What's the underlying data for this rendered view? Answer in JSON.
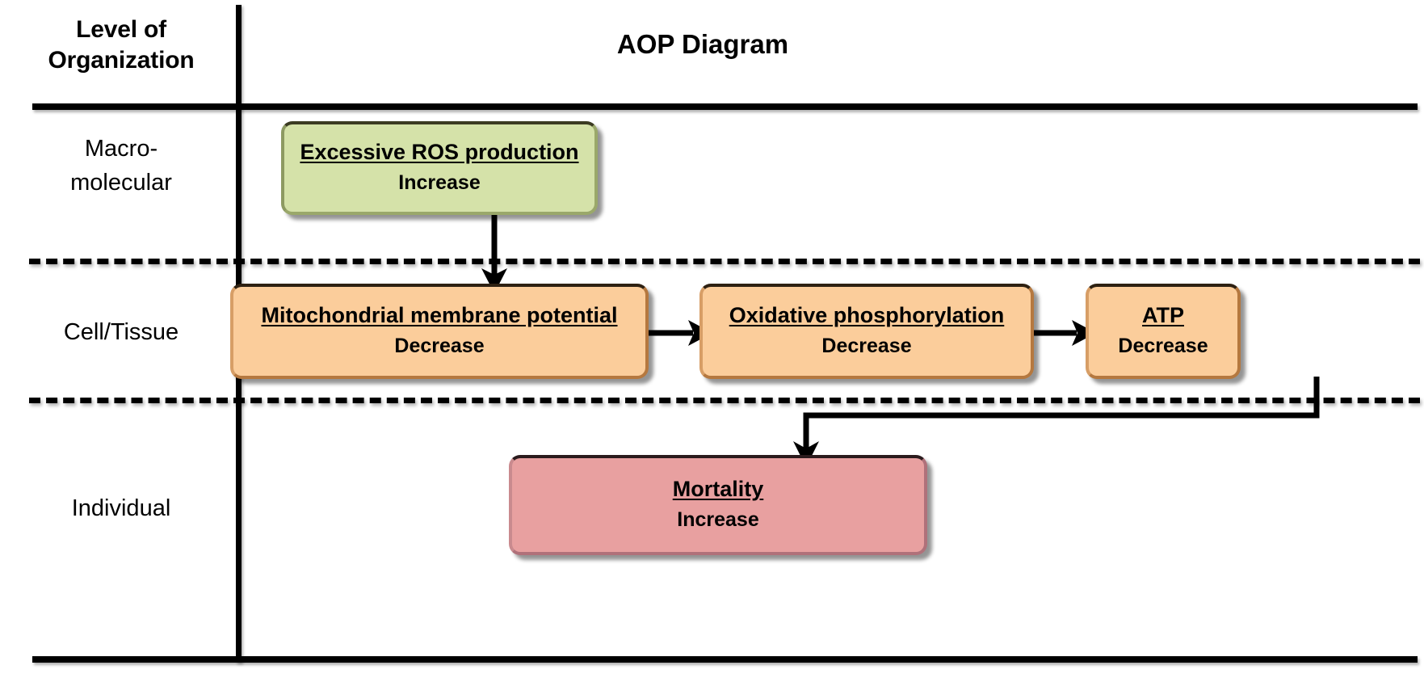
{
  "diagram": {
    "title": "AOP Diagram",
    "column_header": "Level of Organization",
    "column_header_line1": "Level of",
    "column_header_line2": "Organization",
    "levels": [
      {
        "id": "macromolecular",
        "label_line1": "Macro-",
        "label_line2": "molecular",
        "label": "Macro-molecular"
      },
      {
        "id": "cell-tissue",
        "label_line1": "Cell/Tissue",
        "label_line2": "",
        "label": "Cell/Tissue"
      },
      {
        "id": "individual",
        "label_line1": "Individual",
        "label_line2": "",
        "label": "Individual"
      }
    ],
    "nodes": [
      {
        "id": "excessive-ros-production",
        "title": "Excessive ROS production",
        "direction": "Increase",
        "level": "macromolecular",
        "color": "#d5e2a9",
        "border_color": "#9aa86a"
      },
      {
        "id": "mitochondrial-membrane-potential",
        "title": "Mitochondrial membrane potential",
        "direction": "Decrease",
        "level": "cell-tissue",
        "color": "#fbcd9b",
        "border_color": "#b5783f"
      },
      {
        "id": "oxidative-phosphorylation",
        "title": "Oxidative phosphorylation",
        "direction": "Decrease",
        "level": "cell-tissue",
        "color": "#fbcd9b",
        "border_color": "#b5783f"
      },
      {
        "id": "atp",
        "title": "ATP",
        "direction": "Decrease",
        "level": "cell-tissue",
        "color": "#fbcd9b",
        "border_color": "#b5783f"
      },
      {
        "id": "mortality",
        "title": "Mortality",
        "direction": "Increase",
        "level": "individual",
        "color": "#e8a0a0",
        "border_color": "#b0717a"
      }
    ],
    "edges": [
      {
        "id": "ros-to-mmp",
        "from": "excessive-ros-production",
        "to": "mitochondrial-membrane-potential",
        "shape": "vertical"
      },
      {
        "id": "mmp-to-oxphos",
        "from": "mitochondrial-membrane-potential",
        "to": "oxidative-phosphorylation",
        "shape": "horizontal"
      },
      {
        "id": "oxphos-to-atp",
        "from": "oxidative-phosphorylation",
        "to": "atp",
        "shape": "horizontal"
      },
      {
        "id": "atp-to-mortality",
        "from": "atp",
        "to": "mortality",
        "shape": "elbow"
      }
    ]
  }
}
